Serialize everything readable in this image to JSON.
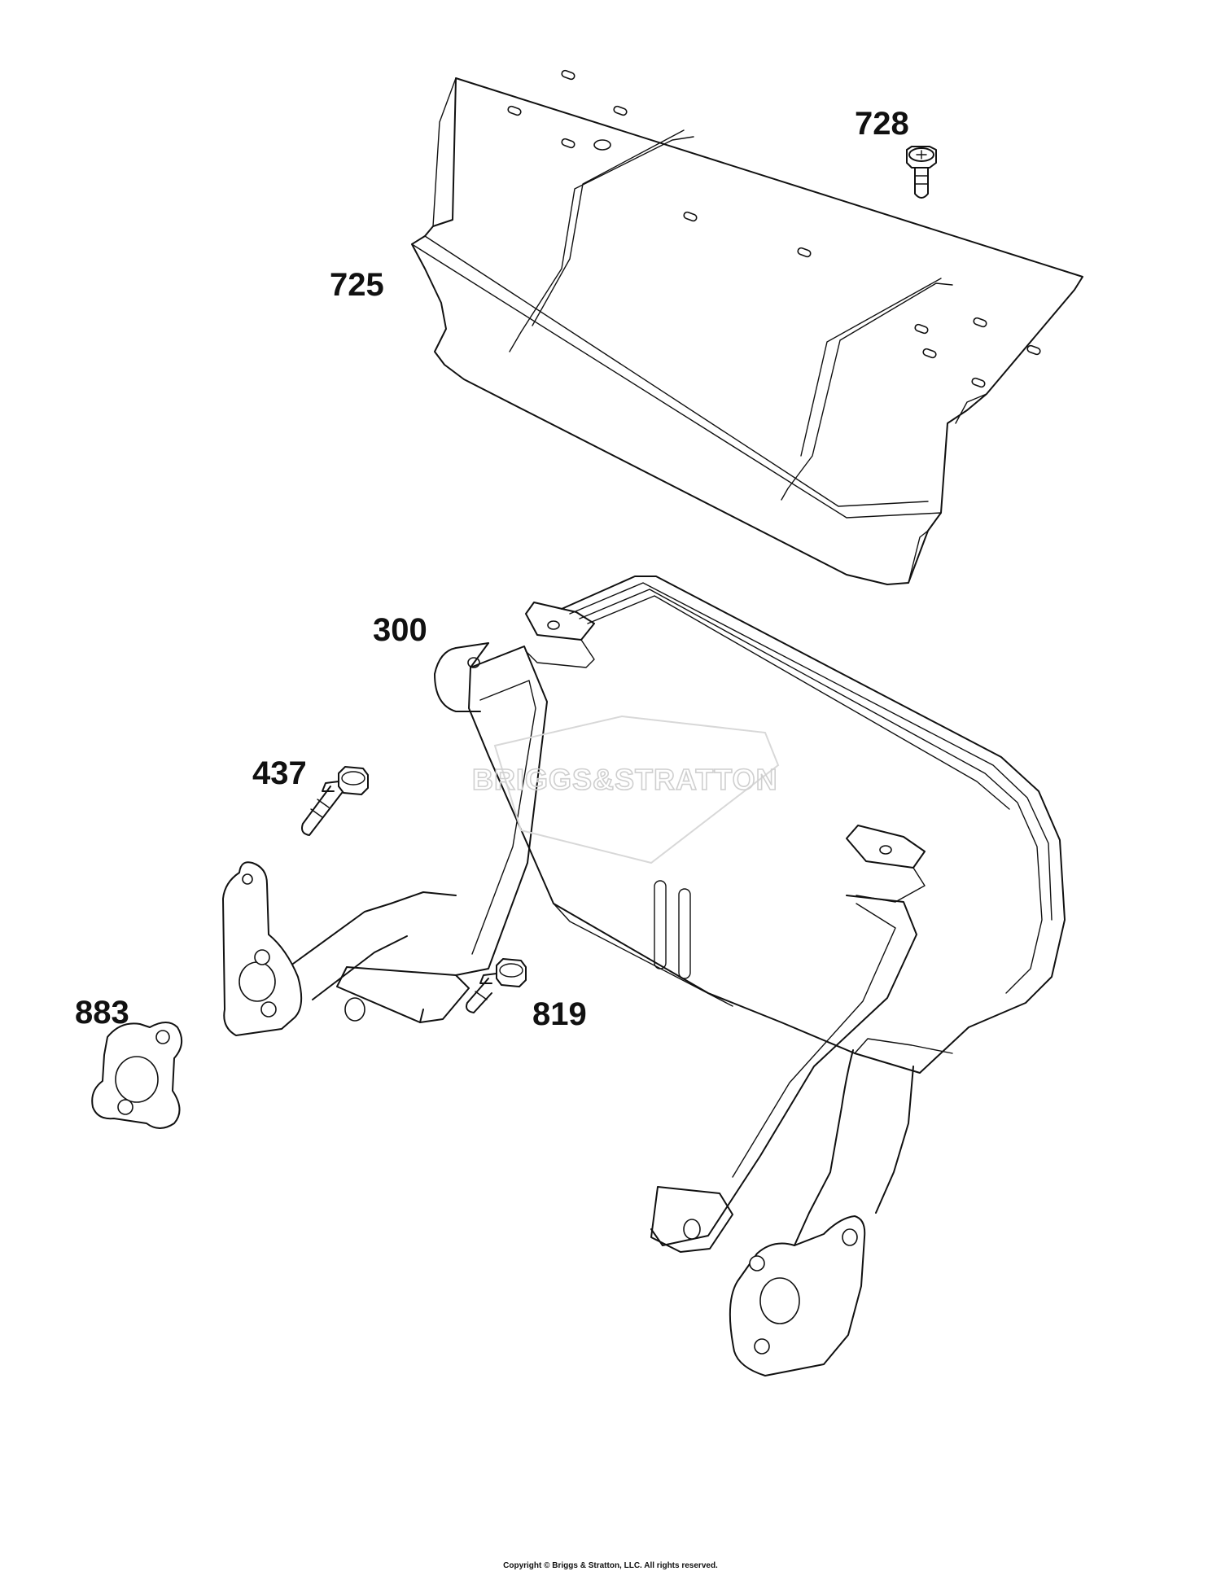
{
  "callouts": {
    "p728": "728",
    "p725": "725",
    "p300": "300",
    "p437": "437",
    "p883": "883",
    "p819": "819"
  },
  "watermark": {
    "text": "BRIGGS&STRATTON"
  },
  "footer": {
    "copyright": "Copyright © Briggs & Stratton, LLC. All rights reserved."
  },
  "colors": {
    "line": "#111111",
    "background": "#ffffff",
    "watermark": "#cfcfcf"
  }
}
